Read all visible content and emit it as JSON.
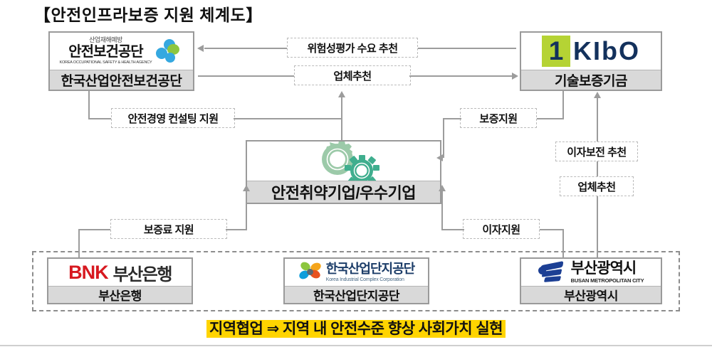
{
  "page": {
    "title": "【안전인프라보증 지원 체계도】",
    "banner": "지역협업 ⇒ 지역 내 안전수준 향상 사회가치 실현",
    "colors": {
      "accent_yellow": "#ffd400",
      "connector_gray": "#9c9c9c",
      "caption_gray": "#d9d9d9",
      "kibo_green": "#b5d334",
      "kibo_navy": "#13315c",
      "bnk_red": "#d71920",
      "busan_blue": "#1c3f94",
      "gear_green": "#8fc9a4"
    }
  },
  "nodes": {
    "kosha": {
      "caption": "한국산업안전보건공단",
      "logo_line1": "산업재해예방",
      "logo_line2": "안전보건공단",
      "logo_line3": "KOREA OCCUPATIONAL SAFETY & HEALTH AGENCY"
    },
    "kibo": {
      "caption": "기술보증기금",
      "logo_mark": "1",
      "logo_text": "KIbO"
    },
    "center": {
      "caption": "안전취약기업/우수기업",
      "icon": "gears-icon"
    },
    "bnk": {
      "caption": "부산은행",
      "logo_text": "BNK",
      "logo_sub": "부산은행"
    },
    "kicox": {
      "caption": "한국산업단지공단",
      "logo_text": "한국산업단지공단",
      "logo_sub": "Korea Industrial Complex Corporation"
    },
    "busan": {
      "caption": "부산광역시",
      "logo_text": "부산광역시",
      "logo_sub": "BUSAN METROPOLITAN CITY"
    }
  },
  "edges": {
    "risk_assessment_demand": "위험성평가 수요 추천",
    "company_recommend_top": "업체추천",
    "safety_consulting": "안전경영 컨설팅 지원",
    "guarantee_support": "보증지원",
    "interest_subsidy_recommend": "이자보전 추천",
    "company_recommend_right": "업체추천",
    "guarantee_fee_support": "보증료 지원",
    "interest_support": "이자지원"
  }
}
